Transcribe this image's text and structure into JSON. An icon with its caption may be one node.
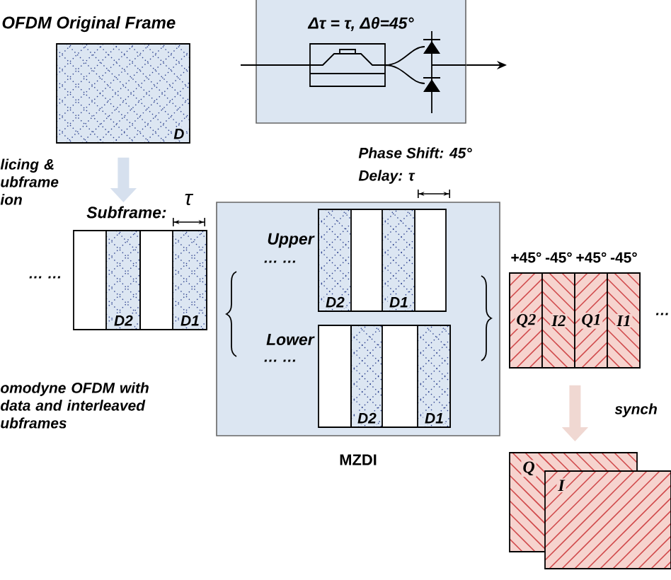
{
  "diagram": {
    "nodes": [
      {
        "text": [
          "OFDM Original Frame",
          "D"
        ]
      },
      {
        "text": [
          "Subframe:"
        ]
      },
      {
        "text": [
          "D2"
        ],
        "in": 1
      },
      {
        "text": [
          "D1"
        ],
        "in": 1
      },
      {
        "text": [
          "MZDI"
        ]
      },
      {
        "text": [
          "Upper"
        ],
        "in": 4
      },
      {
        "text": [
          "D2"
        ],
        "in": 5
      },
      {
        "text": [
          "D1"
        ],
        "in": 5
      },
      {
        "text": [
          "Lower"
        ],
        "in": 4
      },
      {
        "text": [
          "D2"
        ],
        "in": 8
      },
      {
        "text": [
          "D1"
        ],
        "in": 8
      },
      {
        "text": [
          "Δτ = τ, Δθ=45°"
        ]
      },
      {
        "text": [],
        "shape": "box"
      },
      {
        "text": [
          "Q2"
        ],
        "in": 12,
        "beside": [
          "+45°"
        ]
      },
      {
        "text": [
          "I2"
        ],
        "in": 12,
        "beside": [
          "-45°"
        ]
      },
      {
        "text": [
          "Q1"
        ],
        "in": 12,
        "beside": [
          "+45°"
        ]
      },
      {
        "text": [
          "I1"
        ],
        "in": 12,
        "beside": [
          "-45°"
        ]
      },
      {
        "text": [
          "Q"
        ]
      },
      {
        "text": [
          "I"
        ]
      }
    ],
    "edges": [
      {
        "from": 0,
        "to": 1,
        "arrow": "to",
        "label": "licing & ubframe ion",
        "style": "thick",
        "color": "#d6e0ee"
      },
      {
        "from": null,
        "to": 11,
        "arrow": "none"
      },
      {
        "from": 11,
        "to": null,
        "arrow": "to"
      },
      {
        "from": 12,
        "to": 17,
        "arrow": "to",
        "label": "synch",
        "style": "thick",
        "color": "#f0d8d2"
      }
    ],
    "labels": [
      "Phase Shift: 45°",
      "Delay: τ",
      "τ",
      "… …",
      "… …",
      "… …",
      "…",
      "omodyne OFDM with data and interleaved ubframes"
    ]
  }
}
